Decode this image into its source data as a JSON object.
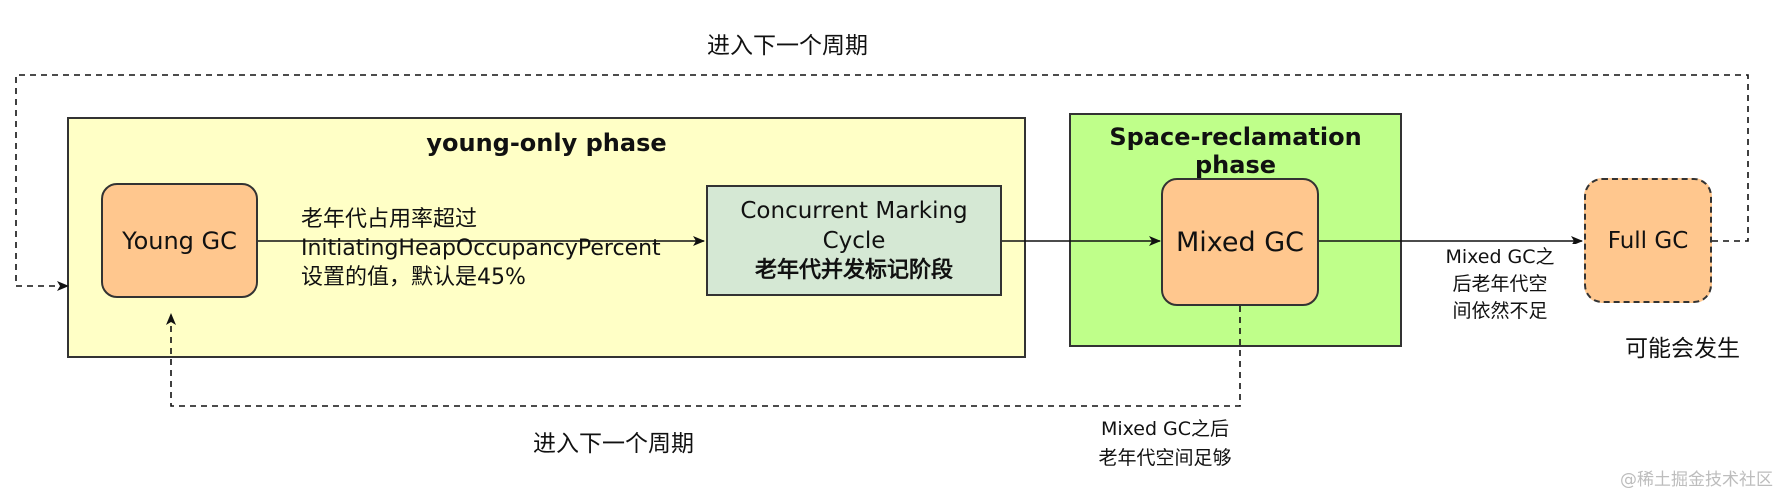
{
  "phases": {
    "young_only": {
      "title": "young-only phase",
      "fill": "#FFFFC6"
    },
    "space_reclamation": {
      "title": "Space-reclamation phase",
      "fill": "#BFFF8A"
    }
  },
  "nodes": {
    "young_gc": {
      "label": "Young GC",
      "fill": "#FFC78E"
    },
    "concurrent_marking": {
      "line1": "Concurrent Marking Cycle",
      "line2": "老年代并发标记阶段",
      "fill": "#D5E8D4"
    },
    "mixed_gc": {
      "label": "Mixed GC",
      "fill": "#FFC78E"
    },
    "full_gc": {
      "label": "Full GC",
      "fill": "#FFC78E"
    }
  },
  "labels": {
    "next_cycle_top": "进入下一个周期",
    "next_cycle_bottom": "进入下一个周期",
    "threshold_line1": "老年代占用率超过",
    "threshold_line2": "InitiatingHeapOccupancyPercent",
    "threshold_line3": "设置的值，默认是45%",
    "insufficient_line1": "Mixed GC之",
    "insufficient_line2": "后老年代空",
    "insufficient_line3": "间依然不足",
    "may_happen": "可能会发生",
    "enough_line1": "Mixed GC之后",
    "enough_line2": "老年代空间足够",
    "watermark": "@稀土掘金技术社区"
  }
}
